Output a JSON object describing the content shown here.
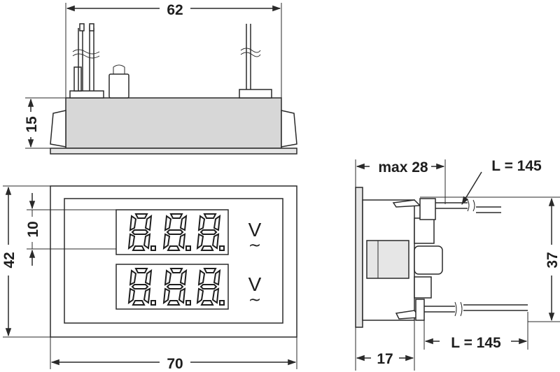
{
  "dimensions": {
    "top_width": "62",
    "top_height": "15",
    "front_height": "42",
    "digit_height": "10",
    "front_width": "70",
    "side_depth_max": "max 28",
    "side_depth": "17",
    "side_height": "37",
    "wire_length_top": "L = 145",
    "wire_length_bottom": "L = 145"
  },
  "display": {
    "top_unit": "V",
    "bottom_unit": "V",
    "ac_symbol": "~"
  },
  "colors": {
    "line": "#2a2a2a",
    "body_fill": "#d7d7d7",
    "background": "#ffffff"
  }
}
